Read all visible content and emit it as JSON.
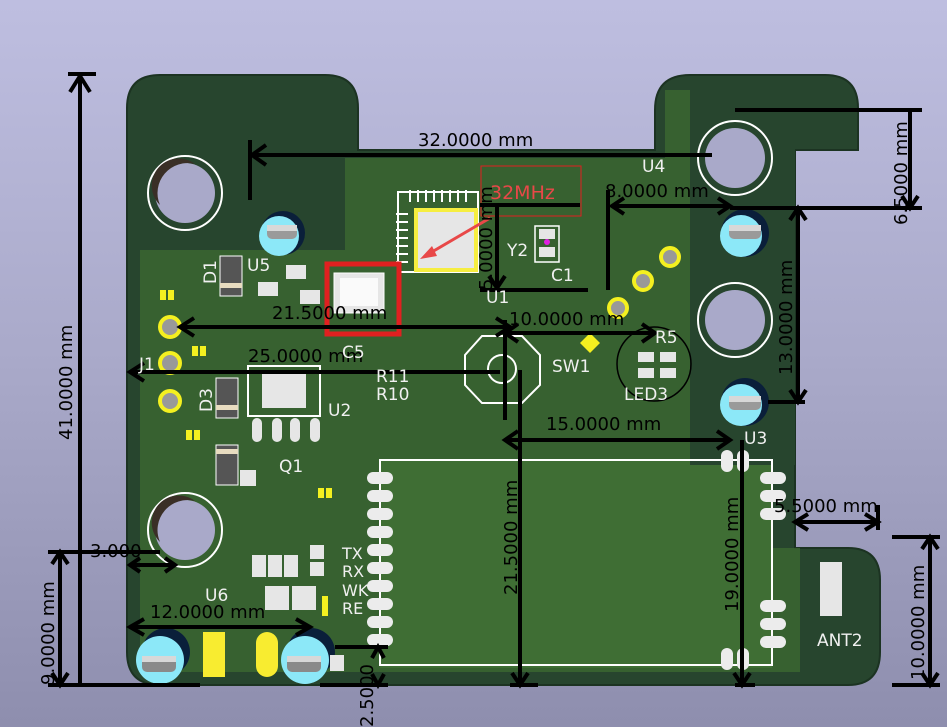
{
  "viewer": {
    "background_top": "#bebee0",
    "background_bottom": "#8e8eae",
    "board_color": "#27452e",
    "copper_color": "#3d6b32",
    "silkscreen_color": "#f0f0f0",
    "highlight_color": "#e02020"
  },
  "annotation": {
    "label": "32MHz",
    "color": "#e84848"
  },
  "dimensions": {
    "width_top": "32.0000 mm",
    "height_total": "41.0000 mm",
    "notch_top": "6.5000 mm",
    "right_span": "13.0000 mm",
    "u4_offset": "8.0000 mm",
    "xtal_offset": "5.0000 mm",
    "span_21_5_h": "21.5000 mm",
    "span_25": "25.0000 mm",
    "span_10": "10.0000 mm",
    "span_15": "15.0000 mm",
    "span_21_5_v": "21.5000 mm",
    "span_19": "19.0000 mm",
    "span_5_5": "5.5000 mm",
    "span_10_v": "10.0000 mm",
    "span_3": "3.000",
    "span_9": "9.0000 mm",
    "span_12": "12.0000 mm",
    "span_2_5": "2.5000"
  },
  "references": {
    "D1": "D1",
    "U5": "U5",
    "J1": "J1",
    "D3": "D3",
    "U2": "U2",
    "Q1": "Q1",
    "U6": "U6",
    "C5": "C5",
    "R11": "R11",
    "R10": "R10",
    "U1": "U1",
    "Y2": "Y2",
    "C1": "C1",
    "U4": "U4",
    "R5": "R5",
    "SW1": "SW1",
    "LED3": "LED3",
    "U3": "U3",
    "ANT2": "ANT2",
    "TX": "TX",
    "RX": "RX",
    "WK": "WK",
    "RE": "RE"
  }
}
